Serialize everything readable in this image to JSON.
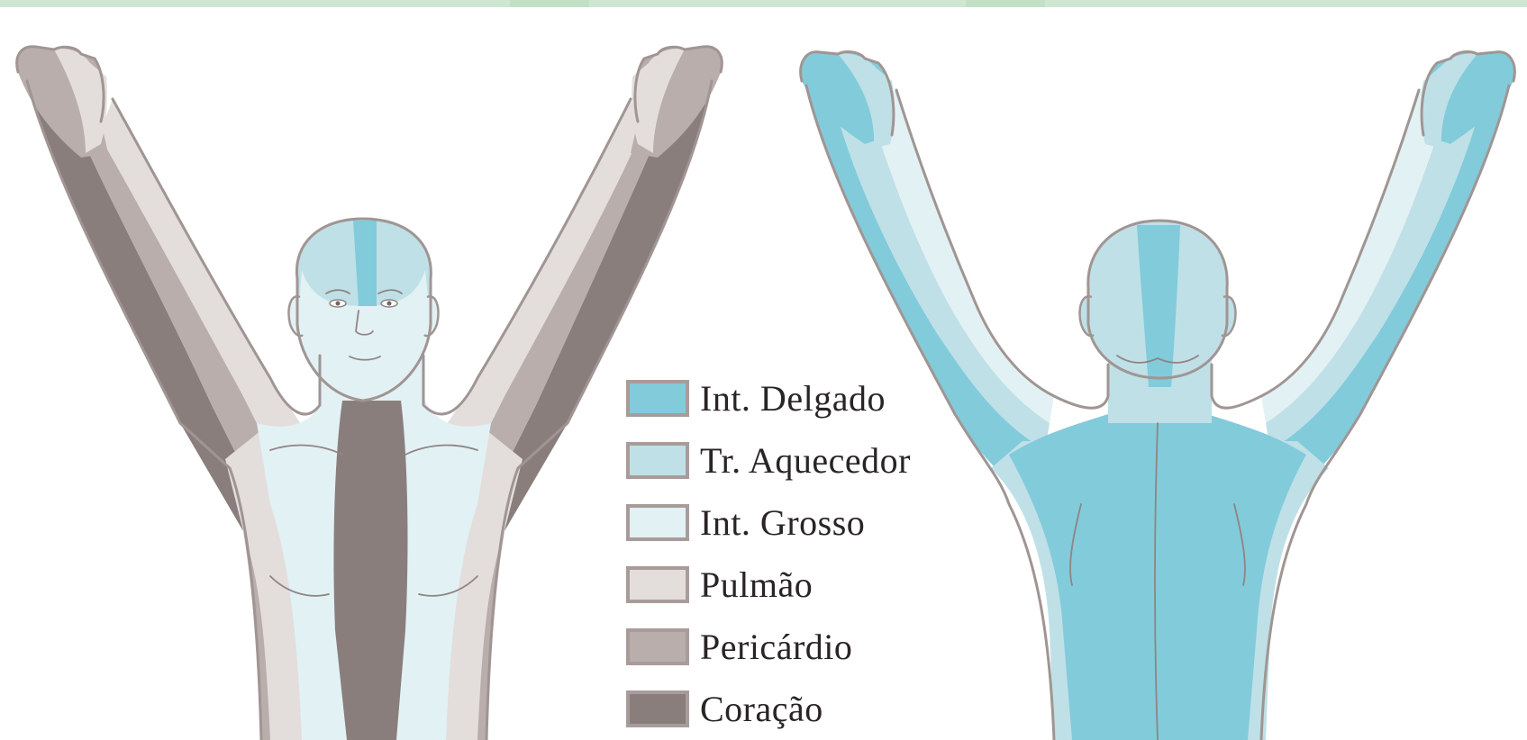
{
  "colors": {
    "int_delgado": "#82cbdb",
    "tr_aquecedor": "#bfe0e7",
    "int_grosso": "#e2f1f4",
    "pulmao": "#e3dedc",
    "pericardio": "#b9aeac",
    "coracao": "#8a7e7d",
    "outline": "#a09593",
    "topbar": "#cfe6d3"
  },
  "legend": {
    "items": [
      {
        "label": "Int. Delgado",
        "color": "#82cbdb"
      },
      {
        "label": "Tr. Aquecedor",
        "color": "#bfe0e7"
      },
      {
        "label": "Int. Grosso",
        "color": "#e2f1f4"
      },
      {
        "label": "Pulmão",
        "color": "#e3dedc"
      },
      {
        "label": "Pericárdio",
        "color": "#b9aeac"
      },
      {
        "label": "Coração",
        "color": "#8a7e7d"
      }
    ]
  }
}
